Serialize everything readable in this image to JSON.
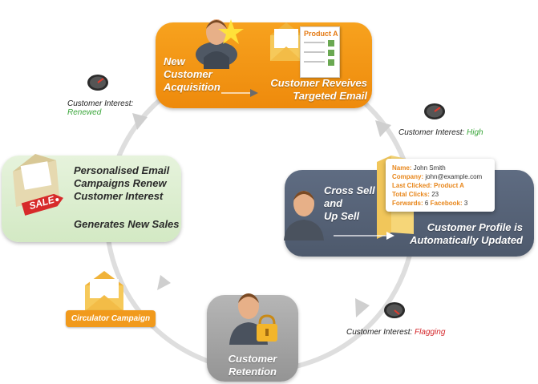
{
  "acquisition": {
    "label_lines": [
      "New",
      "Customer",
      "Acquisition"
    ],
    "email_lines": [
      "Customer Reveives",
      "Targeted Email"
    ],
    "product_label": "Product A"
  },
  "cross_sell": {
    "label_lines": [
      "Cross Sell",
      "and",
      "Up Sell"
    ],
    "profile_lines": [
      "Customer Profile is",
      "Automatically Updated"
    ],
    "profile_card": [
      {
        "key": "Name:",
        "value": "John Smith"
      },
      {
        "key": "Company:",
        "value": "john@example.com"
      },
      {
        "key": "Last Clicked:",
        "value": "Product A"
      },
      {
        "key": "Total Clicks:",
        "value": "23"
      },
      {
        "key": "Forwards:",
        "value": "6",
        "key2": "Facebook:",
        "value2": "3"
      }
    ]
  },
  "retention": {
    "label_lines": [
      "Customer",
      "Retention"
    ]
  },
  "personalised": {
    "lines": [
      "Personalised Email",
      "Campaigns Renew",
      "Customer Interest"
    ],
    "sales": "Generates New Sales",
    "sale_tag": "SALE"
  },
  "circulator": {
    "label": "Circulator Campaign"
  },
  "interest": {
    "prefix": "Customer Interest:",
    "renewed": "Renewed",
    "high": "High",
    "flagging": "Flagging"
  },
  "colors": {
    "orange": "#f19a1c",
    "slate": "#56627a",
    "grey": "#a5a5a5",
    "green_panel": "#dcefd0",
    "ring": "#dcdcdc"
  }
}
